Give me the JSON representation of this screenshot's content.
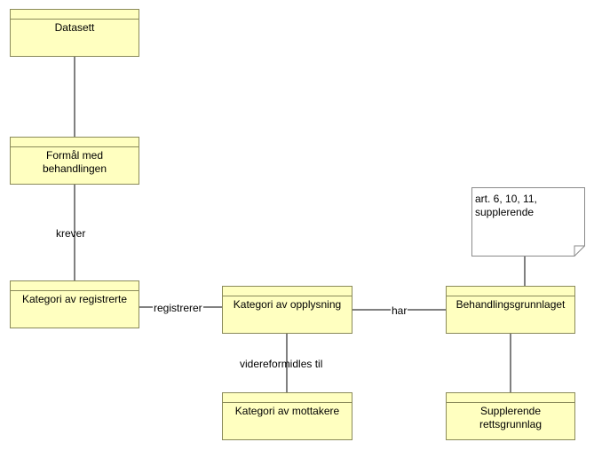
{
  "entities": {
    "datasett": "Datasett",
    "formal": "Formål med behandlingen",
    "registrerte": "Kategori av registrerte",
    "opplysning": "Kategori av opplysning",
    "mottakere": "Kategori av mottakere",
    "behandlingsgrunnlaget": "Behandlingsgrunnlaget",
    "supplerende": "Supplerende rettsgrunnlag"
  },
  "relations": {
    "krever": "krever",
    "registrerer": "registrerer",
    "har": "har",
    "videreformidles": "videreformidles til"
  },
  "note": {
    "text": "art. 6, 10, 11, supplerende"
  },
  "colors": {
    "box_fill": "#ffffc0",
    "box_border": "#8a8a5a",
    "line": "#000000"
  }
}
